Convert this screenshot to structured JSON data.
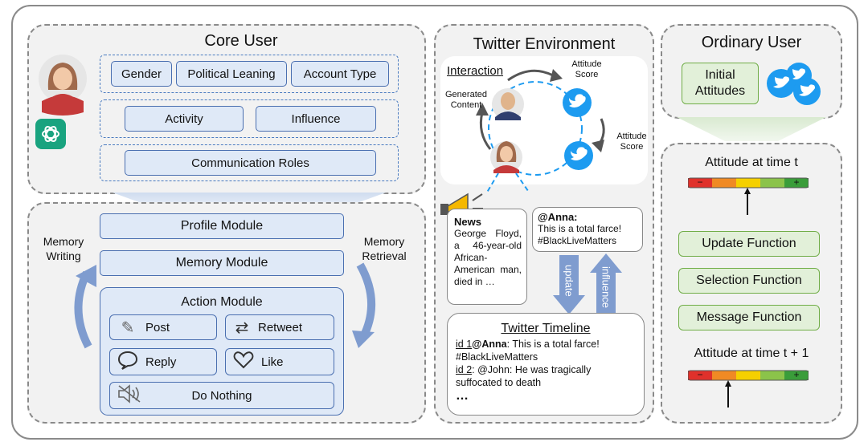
{
  "core_user": {
    "title": "Core User",
    "attributes_row1": [
      "Gender",
      "Political Leaning",
      "Account Type"
    ],
    "attributes_row2": [
      "Activity",
      "Influence"
    ],
    "attributes_row3": [
      "Communication Roles"
    ]
  },
  "modules": {
    "profile": "Profile Module",
    "memory": "Memory Module",
    "action_title": "Action Module",
    "memory_writing": "Memory\nWriting",
    "memory_retrieval": "Memory\nRetrieval",
    "actions": [
      "Post",
      "Retweet",
      "Reply",
      "Like",
      "Do Nothing"
    ]
  },
  "twitter_env": {
    "title": "Twitter Environment",
    "interaction": "Interaction",
    "attitude_score_1": "Attitude\nScore",
    "attitude_score_2": "Attitude\nScore",
    "generated_content": "Generated\nContent",
    "news_title": "News",
    "news_text": "George Floyd, a 46-year-old African-American man, died in …",
    "tweet_user": "@Anna:",
    "tweet_text": "This is a total farce! #BlackLiveMatters",
    "update_label": "update",
    "influence_label": "influence",
    "timeline": {
      "title": "Twitter Timeline",
      "line1_id": "id 1",
      "line1_user": "@Anna",
      "line1_text": ": This is a total farce!",
      "line1_tag": "#BlackLiveMatters",
      "line2_id": "id 2",
      "line2_text": ": @John: He was tragically",
      "line2_text2": "suffocated to death",
      "ellipsis": "…"
    }
  },
  "ordinary_user": {
    "title": "Ordinary User",
    "initial_attitudes": "Initial\nAttitudes",
    "attitude_t": "Attitude at time t",
    "attitude_t1": "Attitude at time t + 1",
    "functions": [
      "Update Function",
      "Selection Function",
      "Message Function"
    ],
    "scale_minus": "−",
    "scale_plus": "+"
  },
  "colors": {
    "chip_fill": "#dfe9f7",
    "chip_border": "#4a6fb0",
    "green_fill": "#e2f0d9",
    "green_border": "#70ad47",
    "twitter_blue": "#1d9bf0",
    "arrow_blue": "#7f9ccf"
  }
}
